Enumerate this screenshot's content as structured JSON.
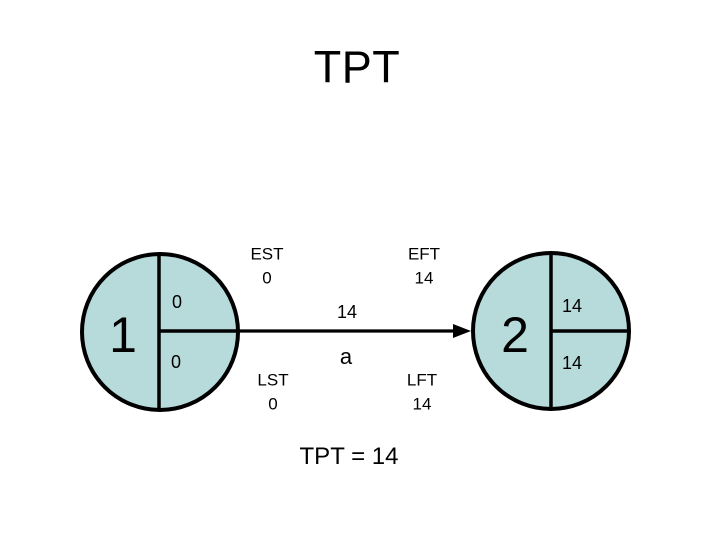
{
  "slide": {
    "title": "TPT",
    "summary": "TPT = 14"
  },
  "colors": {
    "node_fill": "#b7dadb",
    "line": "#000000",
    "background": "#ffffff",
    "text": "#000000"
  },
  "nodes": [
    {
      "number": "1",
      "top_value": "0",
      "bottom_value": "0"
    },
    {
      "number": "2",
      "top_value": "14",
      "bottom_value": "14"
    }
  ],
  "activity": {
    "name": "a",
    "duration": "14"
  },
  "annotations": {
    "est": {
      "label": "EST",
      "value": "0"
    },
    "eft": {
      "label": "EFT",
      "value": "14"
    },
    "lst": {
      "label": "LST",
      "value": "0"
    },
    "lft": {
      "label": "LFT",
      "value": "14"
    }
  }
}
